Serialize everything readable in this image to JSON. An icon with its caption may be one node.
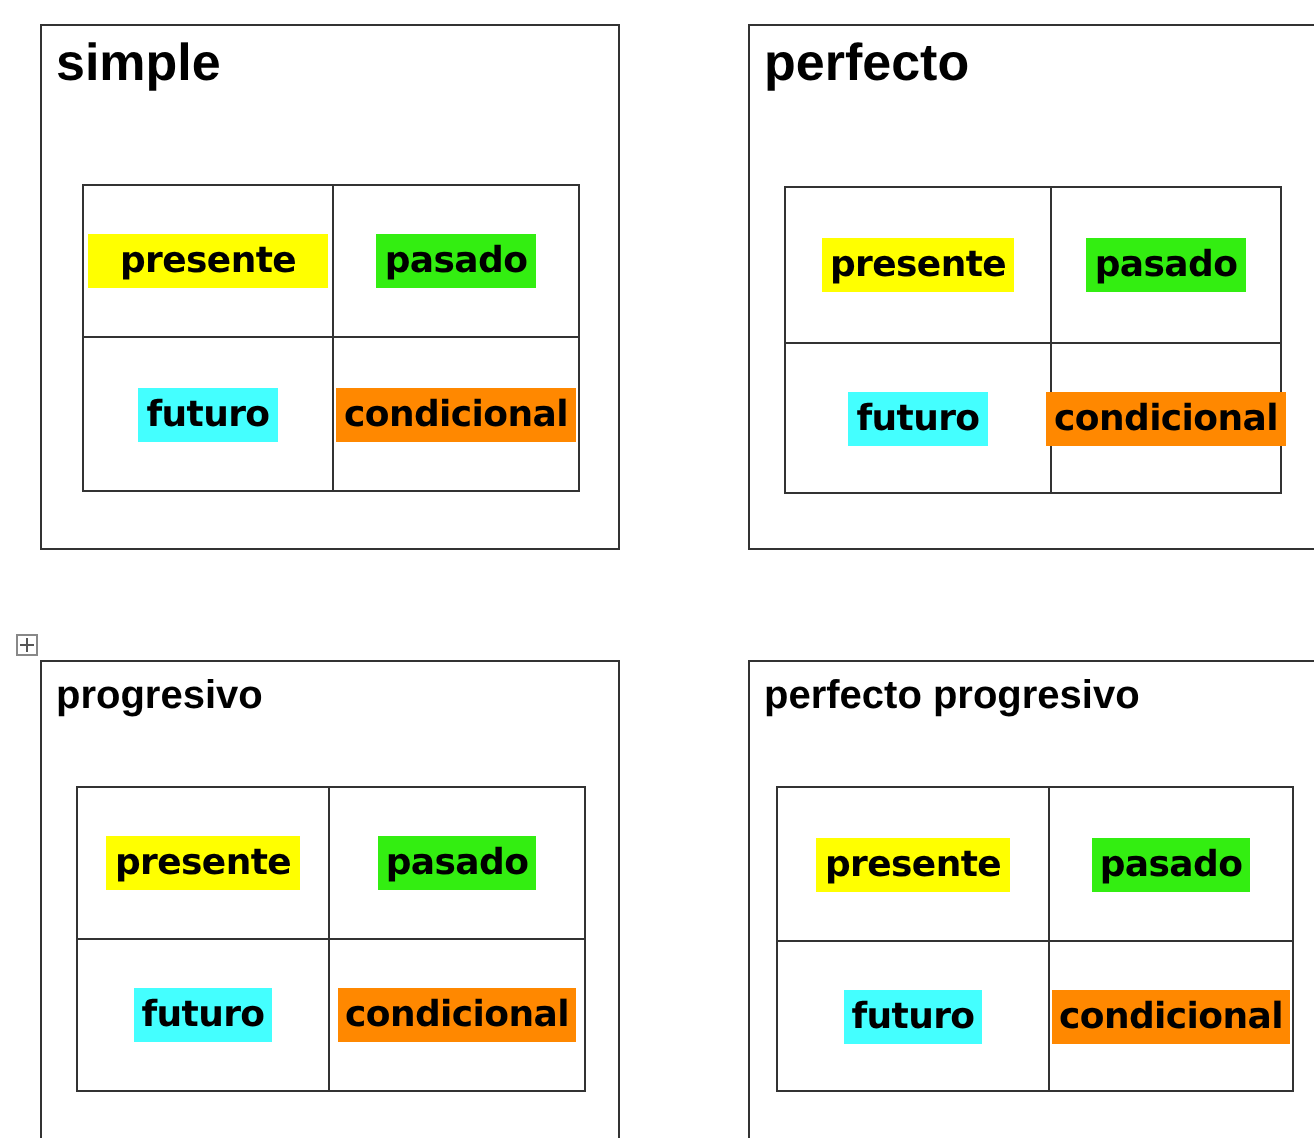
{
  "diagram": {
    "nodes": [
      {
        "text": [
          "simple"
        ]
      },
      {
        "text": [
          "presente"
        ],
        "in": 0
      },
      {
        "text": [
          "pasado"
        ],
        "in": 0
      },
      {
        "text": [
          "futuro"
        ],
        "in": 0
      },
      {
        "text": [
          "condicional"
        ],
        "in": 0
      },
      {
        "text": [
          "perfecto"
        ]
      },
      {
        "text": [
          "presente"
        ],
        "in": 5
      },
      {
        "text": [
          "pasado"
        ],
        "in": 5
      },
      {
        "text": [
          "futuro"
        ],
        "in": 5
      },
      {
        "text": [
          "condicional"
        ],
        "in": 5
      },
      {
        "text": [
          "progresivo"
        ]
      },
      {
        "text": [
          "presente"
        ],
        "in": 10
      },
      {
        "text": [
          "pasado"
        ],
        "in": 10
      },
      {
        "text": [
          "futuro"
        ],
        "in": 10
      },
      {
        "text": [
          "condicional"
        ],
        "in": 10
      },
      {
        "text": [
          "perfecto progresivo"
        ]
      },
      {
        "text": [
          "presente"
        ],
        "in": 15
      },
      {
        "text": [
          "pasado"
        ],
        "in": 15
      },
      {
        "text": [
          "futuro"
        ],
        "in": 15
      },
      {
        "text": [
          "condicional"
        ],
        "in": 15
      }
    ]
  }
}
